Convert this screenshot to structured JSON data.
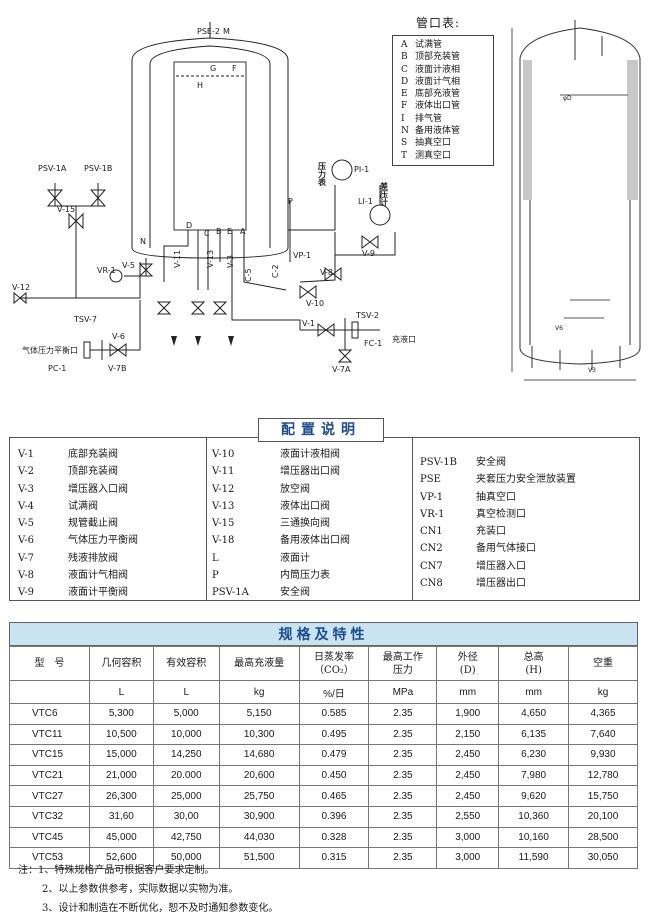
{
  "diagram": {
    "labels": {
      "pse": "PSE-2",
      "pse_m": "M",
      "g": "G",
      "f": "F",
      "h": "H",
      "d": "D",
      "c": "C",
      "b": "B",
      "e": "E",
      "a": "A",
      "psv1a": "PSV-1A",
      "psv1b": "PSV-1B",
      "v15": "V-15",
      "v12": "V-12",
      "vr1": "VR-1",
      "v5": "V-5",
      "n": "N",
      "v11": "V-11",
      "v13": "V-13",
      "v3": "V-3",
      "c5": "C-5",
      "c2": "C-2",
      "p": "P",
      "vp1": "VP-1",
      "v8": "V-8",
      "v10": "V-10",
      "pi1": "PI-1",
      "li1": "LI-1",
      "v9": "V-9",
      "pressure_gauge": "压力表",
      "diff_gauge": "差压计",
      "tsv7": "TSV-7",
      "v6": "V-6",
      "gas_balance_port": "气体压力平衡口",
      "pc1": "PC-1",
      "v7b": "V-7B",
      "v1": "V-1",
      "tsv2": "TSV-2",
      "fill_port": "充液口",
      "fc1": "FC-1",
      "v7a": "V-7A",
      "phi_d": "φD",
      "v6_side": "V6",
      "v3_side": "V3"
    }
  },
  "ports": {
    "title": "管口表:",
    "rows": [
      {
        "code": "A",
        "desc": "试满管"
      },
      {
        "code": "B",
        "desc": "顶部充装管"
      },
      {
        "code": "C",
        "desc": "液面计液相"
      },
      {
        "code": "D",
        "desc": "液面计气相"
      },
      {
        "code": "E",
        "desc": "底部充液管"
      },
      {
        "code": "F",
        "desc": "液体出口管"
      },
      {
        "code": "I",
        "desc": "排气管"
      },
      {
        "code": "N",
        "desc": "备用液体管"
      },
      {
        "code": "S",
        "desc": "抽真空口"
      },
      {
        "code": "T",
        "desc": "测真空口"
      }
    ]
  },
  "config": {
    "title": "配置说明",
    "col1": [
      {
        "code": "V-1",
        "desc": "底部充装阀"
      },
      {
        "code": "V-2",
        "desc": "顶部充装阀"
      },
      {
        "code": "V-3",
        "desc": "增压器入口阀"
      },
      {
        "code": "V-4",
        "desc": "试满阀"
      },
      {
        "code": "V-5",
        "desc": "规管截止阀"
      },
      {
        "code": "V-6",
        "desc": "气体压力平衡阀"
      },
      {
        "code": "V-7",
        "desc": "残液排放阀"
      },
      {
        "code": "V-8",
        "desc": "液面计气相阀"
      },
      {
        "code": "V-9",
        "desc": "液面计平衡阀"
      }
    ],
    "col2": [
      {
        "code": "V-10",
        "desc": "液面计液相阀"
      },
      {
        "code": "V-11",
        "desc": "增压器出口阀"
      },
      {
        "code": "V-12",
        "desc": "放空阀"
      },
      {
        "code": "V-13",
        "desc": "液体出口阀"
      },
      {
        "code": "V-15",
        "desc": "三通换向阀"
      },
      {
        "code": "V-18",
        "desc": "备用液体出口阀"
      },
      {
        "code": "L",
        "desc": "液面计"
      },
      {
        "code": "P",
        "desc": "内筒压力表"
      },
      {
        "code": "PSV-1A",
        "desc": "安全阀"
      }
    ],
    "col3": [
      {
        "code": "PSV-1B",
        "desc": "安全阀"
      },
      {
        "code": "PSE",
        "desc": "夹套压力安全泄放装置"
      },
      {
        "code": "VP-1",
        "desc": "抽真空口"
      },
      {
        "code": "VR-1",
        "desc": "真空检测口"
      },
      {
        "code": "CN1",
        "desc": "充装口"
      },
      {
        "code": "CN2",
        "desc": "备用气体接口"
      },
      {
        "code": "CN7",
        "desc": "增压器入口"
      },
      {
        "code": "CN8",
        "desc": "增压器出口"
      }
    ]
  },
  "spec": {
    "title": "规格及特性",
    "headers": [
      "型　号",
      "几何容积",
      "有效容积",
      "最高充液量",
      "日蒸发率\n（CO₂）",
      "最高工作\n压力",
      "外径\n(D)",
      "总高\n(H)",
      "空重"
    ],
    "units": [
      "",
      "L",
      "L",
      "kg",
      "%/日",
      "MPa",
      "mm",
      "mm",
      "kg"
    ],
    "rows": [
      [
        "VTC6",
        "5,300",
        "5,000",
        "5,150",
        "0.585",
        "2.35",
        "1,900",
        "4,650",
        "4,365"
      ],
      [
        "VTC11",
        "10,500",
        "10,000",
        "10,300",
        "0.495",
        "2.35",
        "2,150",
        "6,135",
        "7,640"
      ],
      [
        "VTC15",
        "15,000",
        "14,250",
        "14,680",
        "0.479",
        "2.35",
        "2,450",
        "6,230",
        "9,930"
      ],
      [
        "VTC21",
        "21,000",
        "20.000",
        "20,600",
        "0.450",
        "2.35",
        "2,450",
        "7,980",
        "12,780"
      ],
      [
        "VTC27",
        "26,300",
        "25,000",
        "25,750",
        "0.465",
        "2.35",
        "2,450",
        "9,620",
        "15,750"
      ],
      [
        "VTC32",
        "31,60",
        "30,00",
        "30,900",
        "0.396",
        "2.35",
        "2,550",
        "10,360",
        "20,100"
      ],
      [
        "VTC45",
        "45,000",
        "42,750",
        "44,030",
        "0.328",
        "2.35",
        "3,000",
        "10,160",
        "28,500"
      ],
      [
        "VTC53",
        "52,600",
        "50,000",
        "51,500",
        "0.315",
        "2.35",
        "3,000",
        "11,590",
        "30,050"
      ]
    ]
  },
  "notes": [
    "注：1、特殊规格产品可根据客户要求定制。",
    "2、以上参数供参考，实际数据以实物为准。",
    "3、设计和制造在不断优化，恕不及时通知参数变化。"
  ]
}
